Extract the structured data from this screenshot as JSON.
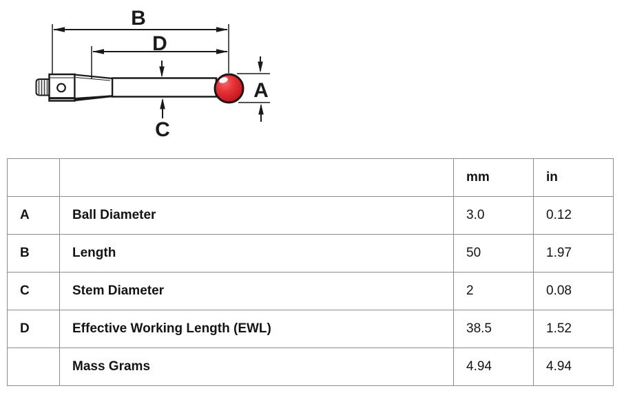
{
  "diagram": {
    "labels": {
      "a": "A",
      "b": "B",
      "c": "C",
      "d": "D"
    },
    "colors": {
      "ball": "#e63338",
      "ball_edge": "#c4151b",
      "line": "#1a1a1a"
    }
  },
  "table": {
    "headers": {
      "letter": "",
      "name": "",
      "mm": "mm",
      "in": "in"
    },
    "border_color": "#8c8c8c",
    "rows": [
      {
        "key": "A",
        "name": "Ball Diameter",
        "mm": "3.0",
        "in": "0.12"
      },
      {
        "key": "B",
        "name": "Length",
        "mm": "50",
        "in": "1.97"
      },
      {
        "key": "C",
        "name": "Stem Diameter",
        "mm": "2",
        "in": "0.08"
      },
      {
        "key": "D",
        "name": "Effective Working Length (EWL)",
        "mm": "38.5",
        "in": "1.52"
      },
      {
        "key": "",
        "name": "Mass Grams",
        "mm": "4.94",
        "in": "4.94"
      }
    ]
  }
}
